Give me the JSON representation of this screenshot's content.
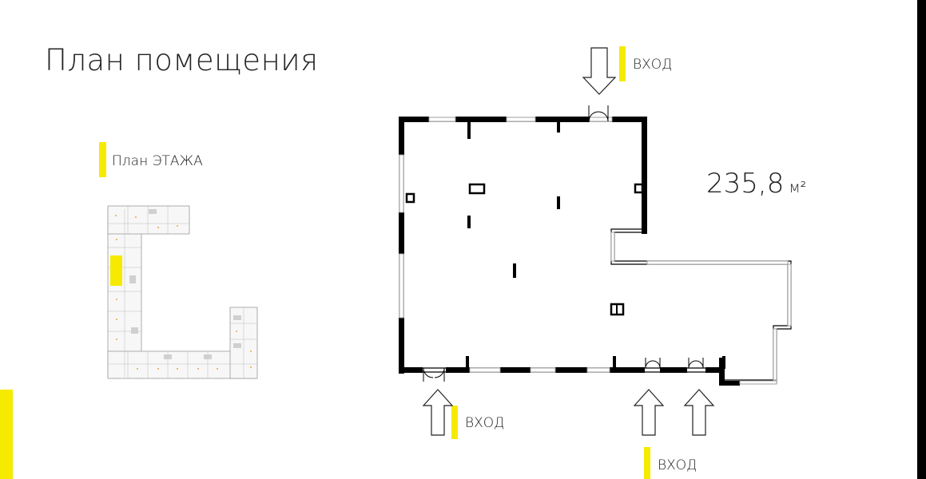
{
  "header": {
    "title": "План помещения"
  },
  "floor_plan_thumbnail": {
    "label": "План ЭТАЖА"
  },
  "room": {
    "area_value": "235,8",
    "area_unit": "м²"
  },
  "entrances": {
    "top": "ВХОД",
    "bottom_left": "ВХОД",
    "bottom_right": "ВХОД"
  },
  "colors": {
    "accent": "#f5ea00",
    "wall": "#000000",
    "window": "#bdbdbd"
  }
}
